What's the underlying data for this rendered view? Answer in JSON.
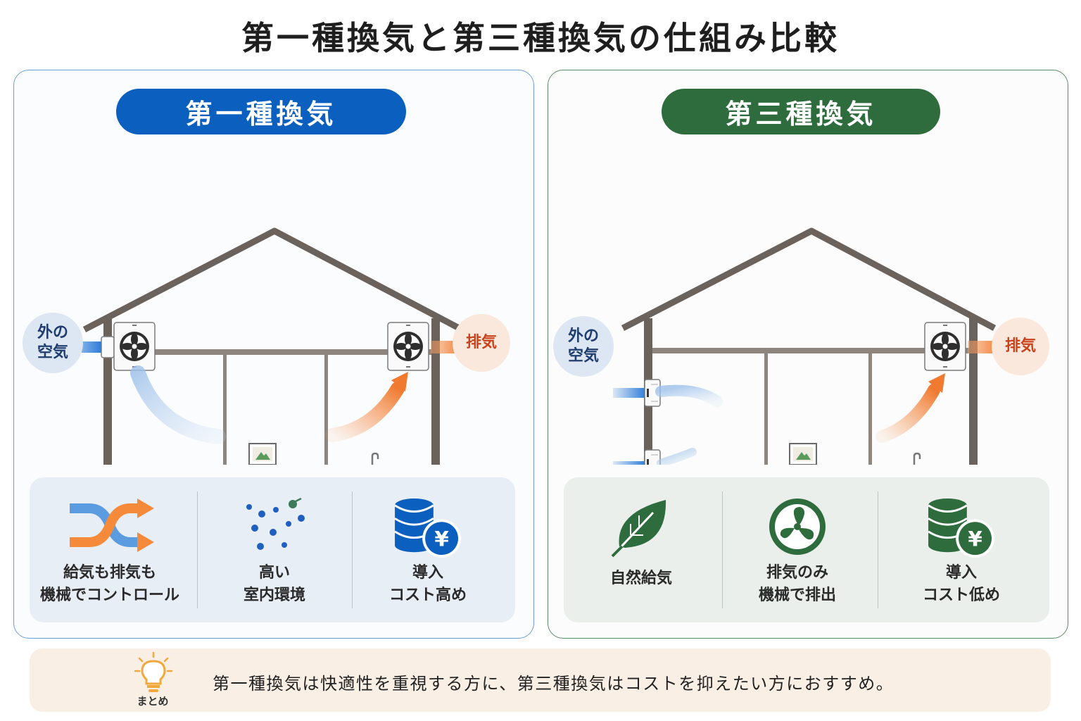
{
  "title": "第一種換気と第三種換気の仕組み比較",
  "panels": [
    {
      "name": "第一種換気",
      "color": "#0b5fbf",
      "outside_air_line1": "外の",
      "outside_air_line2": "空気",
      "exhaust": "排気",
      "features": [
        {
          "icon": "shuffle-arrows-icon",
          "line1": "給気も排気も",
          "line2": "機械でコントロール"
        },
        {
          "icon": "clean-particles-icon",
          "line1": "高い",
          "line2": "室内環境"
        },
        {
          "icon": "coin-stack-yen-icon",
          "line1": "導入",
          "line2": "コスト高め"
        }
      ]
    },
    {
      "name": "第三種換気",
      "color": "#2e6c3d",
      "outside_air_line1": "外の",
      "outside_air_line2": "空気",
      "exhaust": "排気",
      "features": [
        {
          "icon": "leaf-icon",
          "line1": "自然給気"
        },
        {
          "icon": "fan-icon",
          "line1": "排気のみ",
          "line2": "機械で排出"
        },
        {
          "icon": "coin-stack-yen-icon",
          "line1": "導入",
          "line2": "コスト低め"
        }
      ]
    }
  ],
  "summary": {
    "tag": "まとめ",
    "text": "第一種換気は快適性を重視する方に、第三種換気はコストを抑えたい方におすすめ。"
  },
  "colors": {
    "supply": "#1e6fd0",
    "exhaust": "#f07a30",
    "wall": "#6b625c"
  }
}
